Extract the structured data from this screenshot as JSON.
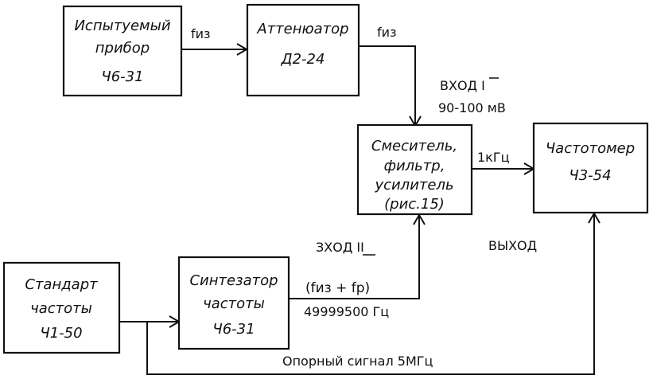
{
  "blocks": {
    "device": {
      "lines": [
        "Испытуемый",
        "прибор",
        "Ч6-31"
      ]
    },
    "attenuator": {
      "lines": [
        "Аттенюатор",
        "Д2-24"
      ]
    },
    "mixer": {
      "lines": [
        "Смеситель,",
        "фильтр,",
        "усилитель",
        "(рис.15)"
      ]
    },
    "counter": {
      "lines": [
        "Частотомер",
        "Ч3-54"
      ]
    },
    "standard": {
      "lines": [
        "Стандарт",
        "частоты",
        "Ч1-50"
      ]
    },
    "synth": {
      "lines": [
        "Синтезатор",
        "частоты",
        "Ч6-31"
      ]
    }
  },
  "labels": {
    "fiz_1": "fиз",
    "fiz_2": "fиз",
    "input1_name": "ВХОД I",
    "input1_level": "90-100 мВ",
    "khz": "1кГц",
    "input2_name": "ЗХОД II",
    "output": "ВЫХОД",
    "sum_freq": "(fиз + fр)",
    "synth_freq": "49999500 Гц",
    "reference": "Опорный сигнал 5МГц"
  }
}
